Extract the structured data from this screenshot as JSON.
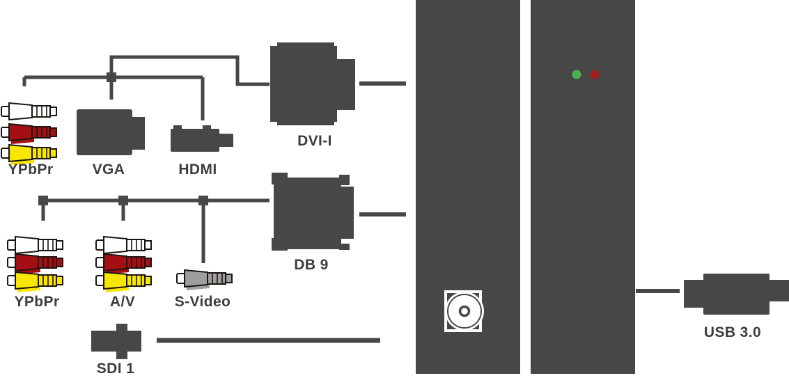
{
  "labels": {
    "ypbpr_top": "YPbPr",
    "vga": "VGA",
    "hdmi": "HDMI",
    "dvi": "DVI-I",
    "db9": "DB 9",
    "ypbpr_bottom": "YPbPr",
    "av": "A/V",
    "svideo": "S-Video",
    "sdi": "SDI 1",
    "usb": "USB 3.0"
  },
  "leds": {
    "left_color_name": "green",
    "right_color_name": "red"
  },
  "colors": {
    "dark": "#474747",
    "label": "#3d3d3d",
    "outline": "#1c1410",
    "rca_white": "#ffffff",
    "rca_red": "#a50f14",
    "rca_yellow": "#f7e600",
    "svideo_gray": "#9e9e9e",
    "led_green": "#4caf50",
    "led_red": "#a11d1d"
  }
}
